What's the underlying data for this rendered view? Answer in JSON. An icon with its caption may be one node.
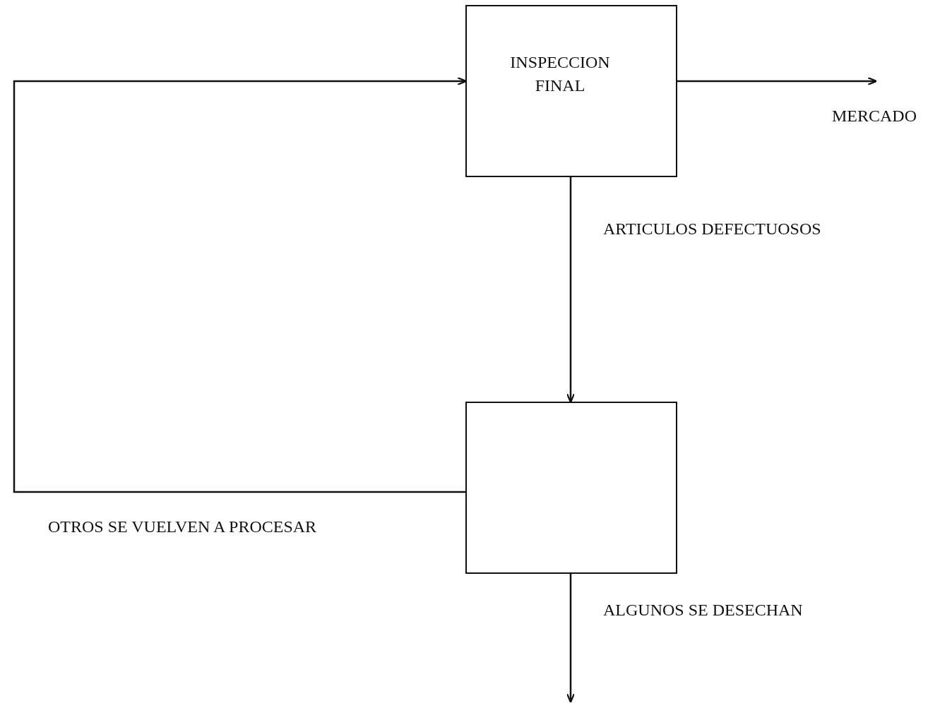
{
  "diagram": {
    "nodes": [
      {
        "text": [
          "INSPECCION FINAL"
        ]
      },
      {
        "text": [],
        "shape": "box"
      }
    ],
    "edges": [
      {
        "from": 1,
        "to": 0,
        "arrow": "to",
        "label": "OTROS SE VUELVEN A PROCESAR"
      },
      {
        "from": 0,
        "to": null,
        "arrow": "to",
        "label": "MERCADO"
      },
      {
        "from": 0,
        "to": 1,
        "arrow": "to",
        "label": "ARTICULOS DEFECTUOSOS"
      },
      {
        "from": 1,
        "to": null,
        "arrow": "to",
        "label": "ALGUNOS SE DESECHAN"
      }
    ]
  }
}
